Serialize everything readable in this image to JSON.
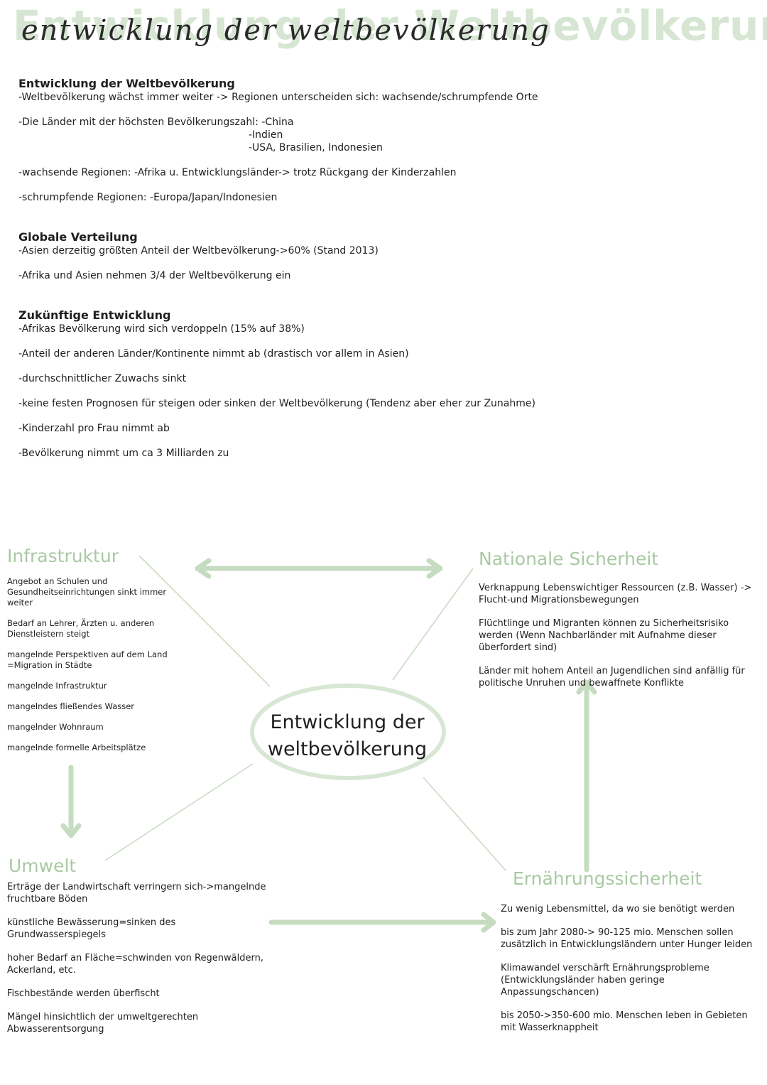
{
  "title": {
    "background_text": "Entwicklung der Weltbevölkerung",
    "handwritten_text": "entwicklung der weltbevölkerung"
  },
  "notes": {
    "section1": {
      "heading": "Entwicklung der Weltbevölkerung",
      "line1": "-Weltbevölkerung wächst immer weiter -> Regionen unterscheiden sich: wachsende/schrumpfende Orte",
      "line2": "-Die Länder mit der höchsten Bevölkerungszahl: -China",
      "line3": "-Indien",
      "line4": "-USA, Brasilien, Indonesien",
      "line5": "-wachsende Regionen: -Afrika u. Entwicklungsländer-> trotz Rückgang der Kinderzahlen",
      "line6": "-schrumpfende Regionen: -Europa/Japan/Indonesien"
    },
    "section2": {
      "heading": "Globale Verteilung",
      "line1": "-Asien derzeitig größten Anteil der Weltbevölkerung->60% (Stand 2013)",
      "line2": "-Afrika und Asien nehmen 3/4 der Weltbevölkerung ein"
    },
    "section3": {
      "heading": "Zukünftige Entwicklung",
      "line1": "-Afrikas Bevölkerung wird sich verdoppeln (15% auf 38%)",
      "line2": "-Anteil der anderen Länder/Kontinente nimmt ab (drastisch vor allem in Asien)",
      "line3": "-durchschnittlicher Zuwachs sinkt",
      "line4": "-keine festen Prognosen für steigen oder sinken der Weltbevölkerung (Tendenz aber eher zur Zunahme)",
      "line5": "-Kinderzahl pro Frau nimmt ab",
      "line6": "-Bevölkerung nimmt um ca 3 Milliarden zu"
    }
  },
  "mindmap": {
    "center": {
      "line1": "Entwicklung der",
      "line2": "weltbevölkerung"
    },
    "infrastruktur": {
      "title": "Infrastruktur",
      "items": [
        "Angebot an Schulen und Gesundheitseinrichtungen sinkt immer weiter",
        "Bedarf an Lehrer, Ärzten u. anderen Dienstleistern steigt",
        "mangelnde Perspektiven auf dem Land =Migration in Städte",
        "mangelnde Infrastruktur",
        "mangelndes fließendes Wasser",
        "mangelnder Wohnraum",
        "mangelnde formelle Arbeitsplätze"
      ]
    },
    "sicherheit": {
      "title": "Nationale Sicherheit",
      "items": [
        "Verknappung Lebenswichtiger Ressourcen (z.B. Wasser) -> Flucht-und Migrationsbewegungen",
        "Flüchtlinge und Migranten können zu Sicherheitsrisiko werden (Wenn Nachbarländer mit Aufnahme dieser überfordert sind)",
        "Länder mit hohem Anteil an Jugendlichen sind anfällig für politische Unruhen und bewaffnete Konflikte"
      ]
    },
    "umwelt": {
      "title": "Umwelt",
      "items": [
        "Erträge der Landwirtschaft verringern sich->mangelnde fruchtbare Böden",
        "künstliche Bewässerung=sinken des Grundwasserspiegels",
        "hoher Bedarf an Fläche=schwinden von Regenwäldern, Ackerland, etc.",
        "Fischbestände werden überfischt",
        "Mängel hinsichtlich der umweltgerechten Abwasserentsorgung"
      ]
    },
    "ernaehrung": {
      "title": "Ernährungssicherheit",
      "items": [
        "Zu wenig Lebensmittel, da wo sie benötigt werden",
        "bis zum Jahr 2080-> 90-125 mio. Menschen sollen zusätzlich in Entwicklungsländern unter Hunger leiden",
        "Klimawandel verschärft Ernährungsprobleme (Entwicklungsländer haben geringe Anpassungschancen)",
        "bis 2050->350-600 mio. Menschen leben in Gebieten mit Wasserknappheit"
      ]
    },
    "colors": {
      "accent": "#a9c9a3",
      "accent_light": "#d6e6d2",
      "text": "#1f1f1f"
    }
  }
}
